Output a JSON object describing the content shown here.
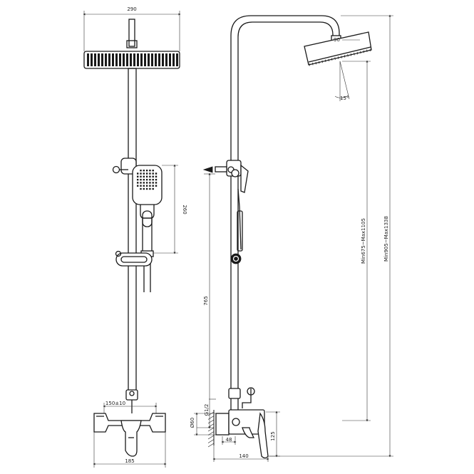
{
  "dimensions": {
    "head_width": "290",
    "hand_shower_length": "260",
    "bar_height": "765",
    "eccentric": "150±10",
    "mixer_width": "185",
    "connection": "G1/2",
    "diameter": "Ø60",
    "tap_offset": "48",
    "mixer_height": "125",
    "mixer_depth": "140",
    "arm_drop": "90",
    "tilt_angle": "15°",
    "adjust_range_head": "Min675~Max1105",
    "adjust_range_total": "Min905~Max1338"
  }
}
